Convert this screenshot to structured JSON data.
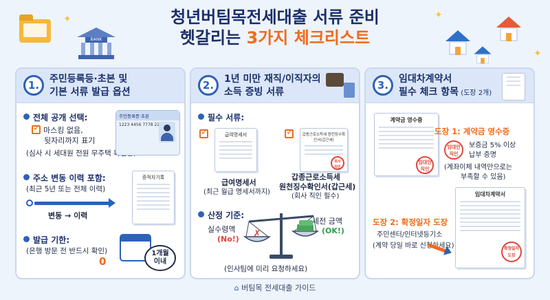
{
  "header": {
    "title_line1": "청년버팀목전세대출 서류 준비",
    "title_line2_prefix": "헷갈리는 ",
    "title_line2_highlight": "3가지 체크리스트"
  },
  "deco_icons": [
    "folder-icon",
    "bank-icon",
    "house-icon"
  ],
  "bank_sign": "BANK",
  "colors": {
    "primary": "#2e61b8",
    "accent": "#f26a1b",
    "title": "#1b2f6b",
    "background": "#eef4fb"
  },
  "card1": {
    "number": "1.",
    "title_line1": "주민등록등·초본 및",
    "title_line2": "기본 서류 발급 옵션",
    "section1_label": "전체 공개 선택:",
    "section1_item_line1": "마스킹 없음,",
    "section1_item_line2": "뒷자리까지 표기",
    "section1_note": "(심사 시 세대원 전원 무주택 확인용)",
    "idcard_title": "주민등록증·초본",
    "idcard_number": "1223 4456 7778 2234",
    "section2_label": "주소 변동 이력 포함:",
    "section2_note": "(최근 5년 또는 전체 이력)",
    "doc_title": "증적자기록",
    "change_label": "변동 → 이력",
    "section3_label": "발급 기한:",
    "section3_note": "(은행 방문 전 반드시 확인)",
    "section3_value": "0",
    "deadline_badge_line1": "1개월",
    "deadline_badge_line2": "이내"
  },
  "card2": {
    "number": "2.",
    "title_line1": "1년 미만 재직/이직자의",
    "title_line2": "소득 증빙 서류",
    "section1_label": "필수 서류:",
    "doc1_title": "급여명세서",
    "doc1_name": "급여명세서",
    "doc1_note": "(최근 월급 명세서까지)",
    "doc2_title": "갑종근로소득세 원천징수확인서(갑근세)",
    "doc2_stamp_line1": "회사",
    "doc2_stamp_line2": "직인",
    "doc2_name": "갑종근로소득세",
    "doc2_name2": "원천징수확인서(갑근세)",
    "doc2_note": "(회사 직인 필수)",
    "section2_label": "산정 기준:",
    "left_label": "실수령액",
    "left_status": "(No!)",
    "right_label": "세전 금액",
    "right_status": "(OK!)",
    "bottom_note": "(인사팀에 미리 요청하세요)"
  },
  "card3": {
    "number": "3.",
    "title_line1": "임대차계약서",
    "title_line2": "필수 체크 항목",
    "title_suffix": " (도장 2개)",
    "receipt_title": "계약금 영수증",
    "receipt_stamp_line1": "임대인",
    "receipt_stamp_line2": "직인",
    "stamp1_label": "도장 1: 계약금 영수증",
    "stamp1_line1": "보증금 5% 이상",
    "stamp1_line2": "납부 증명",
    "stamp1_line3": "(계좌이체 내역만으로는",
    "stamp1_line4": "부족할 수 있음)",
    "contract_title": "임대차계약서",
    "contract_stamp_line1": "확정일자",
    "contract_stamp_line2": "도장",
    "stamp2_label": "도장 2: 확정일자 도장",
    "stamp2_line1": "주민센터/인터넷등기소",
    "stamp2_line2": "(계약 당일 바로 신청하세요)"
  },
  "footer": {
    "text": "버팀목 전세대출 가이드"
  }
}
